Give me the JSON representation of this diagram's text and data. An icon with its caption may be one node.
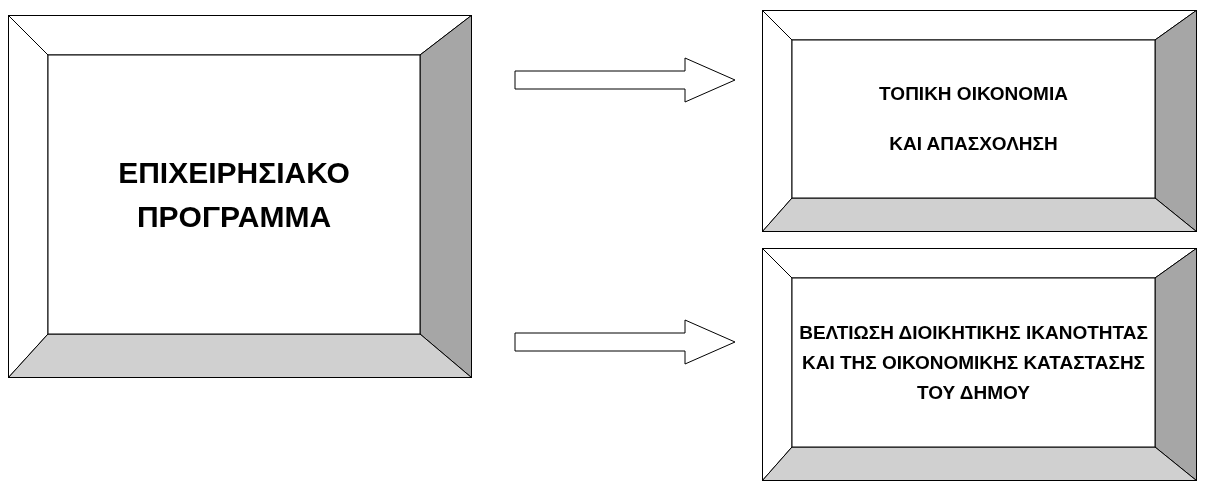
{
  "diagram": {
    "nodes": [
      {
        "text": [
          "ΕΠΙΧΕΙΡΗΣΙΑΚΟ ΠΡΟΓΡΑΜΜΑ"
        ]
      },
      {
        "text": [
          "ΤΟΠΙΚΗ ΟΙΚΟΝΟΜΙΑ",
          "ΚΑΙ ΑΠΑΣΧΟΛΗΣΗ"
        ]
      },
      {
        "text": [
          "ΒΕΛΤΙΩΣΗ ΔΙΟΙΚΗΤΙΚΗΣ ΙΚΑΝΟΤΗΤΑΣ ΚΑΙ ΤΗΣ ΟΙΚΟΝΟΜΙΚΗΣ ΚΑΤΑΣΤΑΣΗΣ ΤΟΥ ΔΗΜΟΥ"
        ]
      }
    ],
    "edges": [
      {
        "from": 0,
        "to": 1,
        "arrow": "to"
      },
      {
        "from": 0,
        "to": 2,
        "arrow": "to"
      }
    ]
  }
}
